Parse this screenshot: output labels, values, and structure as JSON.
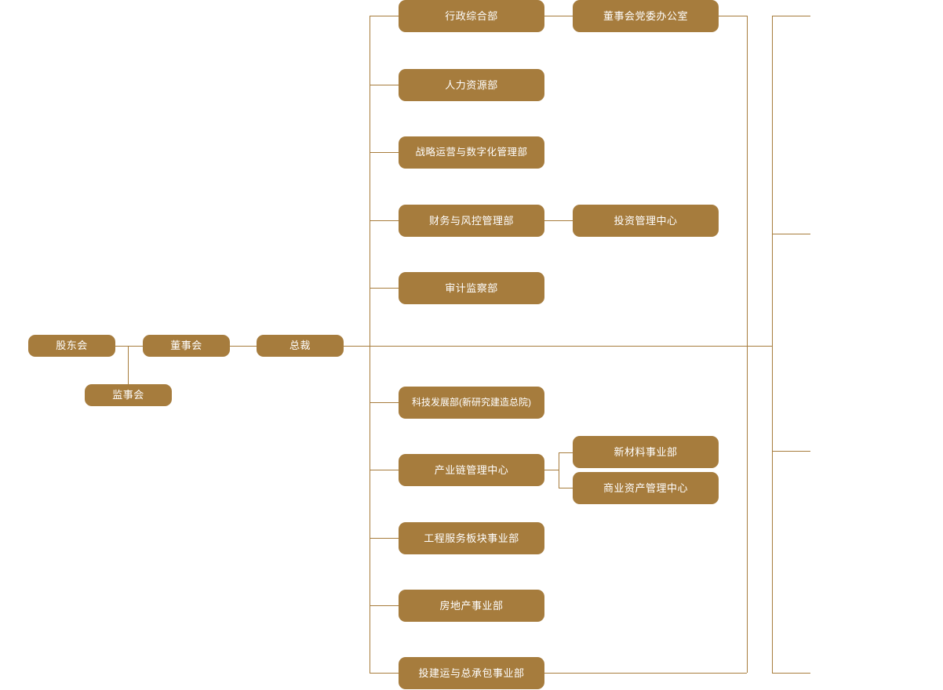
{
  "chart_title": "",
  "theme": {
    "node_fill": "#A67C3D",
    "node_text": "#FFFFFF",
    "line_color": "#A77C3C",
    "background": "#FFFFFF"
  },
  "governance": {
    "shareholders_meeting": "股东会",
    "board_of_directors": "董事会",
    "supervisory_board": "监事会",
    "president": "总裁"
  },
  "functional_departments": [
    {
      "label": "行政综合部"
    },
    {
      "label": "人力资源部"
    },
    {
      "label": "战略运营与数字化管理部"
    },
    {
      "label": "财务与风控管理部"
    },
    {
      "label": "审计监察部"
    }
  ],
  "functional_subunits": [
    {
      "label": "董事会党委办公室"
    },
    {
      "label": "投资管理中心"
    }
  ],
  "business_units": [
    {
      "label": "科技发展部(新研究建造总院)"
    },
    {
      "label": "产业链管理中心"
    },
    {
      "label": "工程服务板块事业部"
    },
    {
      "label": "房地产事业部"
    },
    {
      "label": "投建运与总承包事业部"
    }
  ],
  "business_subunits": [
    {
      "label": "新材料事业部"
    },
    {
      "label": "商业资产管理中心"
    }
  ]
}
